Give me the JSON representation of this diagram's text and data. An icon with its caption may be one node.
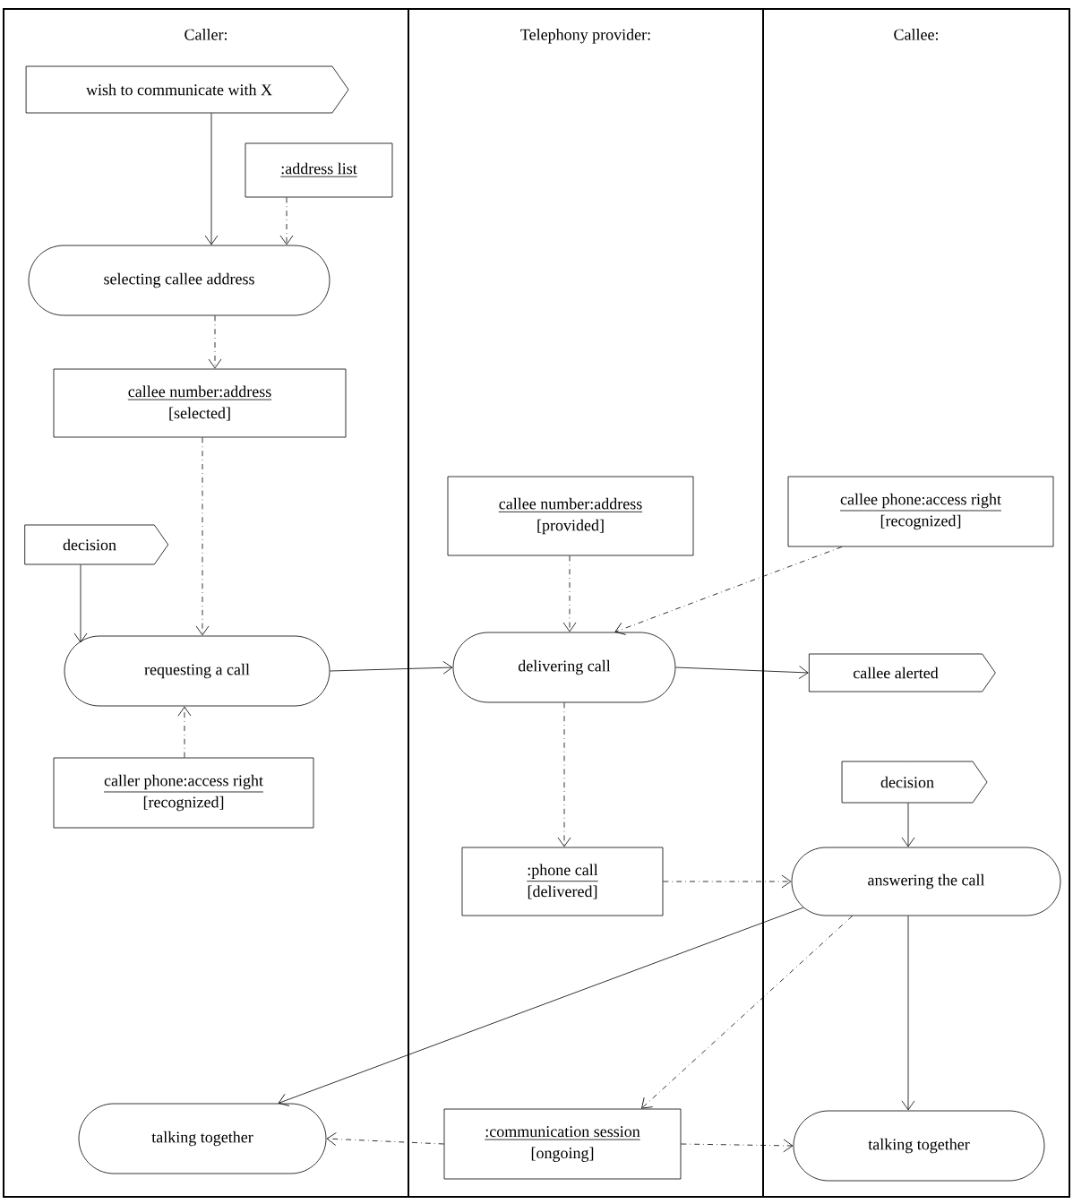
{
  "diagram": {
    "nodes": [
      {
        "text": [
          "Caller:"
        ]
      },
      {
        "text": [
          "Telephony provider:"
        ]
      },
      {
        "text": [
          "Callee:"
        ]
      },
      {
        "text": [
          "wish to communicate with X"
        ],
        "in": 0
      },
      {
        "text": [
          ":address list"
        ],
        "in": 0
      },
      {
        "text": [
          "selecting callee address"
        ],
        "in": 0
      },
      {
        "text": [
          "callee number:address",
          "[selected]"
        ],
        "in": 0
      },
      {
        "text": [
          "decision"
        ],
        "in": 0
      },
      {
        "text": [
          "requesting a call"
        ],
        "in": 0
      },
      {
        "text": [
          "caller phone:access right",
          "[recognized]"
        ],
        "in": 0
      },
      {
        "text": [
          "callee number:address",
          "[provided]"
        ],
        "in": 1
      },
      {
        "text": [
          "callee phone:access right",
          "[recognized]"
        ],
        "in": 2
      },
      {
        "text": [
          "delivering call"
        ],
        "in": 1
      },
      {
        "text": [
          "callee alerted"
        ],
        "in": 2
      },
      {
        "text": [
          "decision"
        ],
        "in": 2
      },
      {
        "text": [
          ":phone call",
          "[delivered]"
        ],
        "in": 1
      },
      {
        "text": [
          "answering the call"
        ],
        "in": 2
      },
      {
        "text": [
          "talking together"
        ],
        "in": 0
      },
      {
        "text": [
          ":communication session",
          "[ongoing]"
        ],
        "in": 1
      },
      {
        "text": [
          "talking together"
        ],
        "in": 2
      }
    ],
    "edges": [
      {
        "from": 3,
        "to": 5,
        "arrow": "to"
      },
      {
        "from": 4,
        "to": 5,
        "arrow": "to",
        "style": "dashed"
      },
      {
        "from": 5,
        "to": 6,
        "arrow": "to",
        "style": "dashed"
      },
      {
        "from": 6,
        "to": 8,
        "arrow": "to",
        "style": "dashed"
      },
      {
        "from": 7,
        "to": 8,
        "arrow": "to"
      },
      {
        "from": 9,
        "to": 8,
        "arrow": "to",
        "style": "dashed"
      },
      {
        "from": 8,
        "to": 12,
        "arrow": "to"
      },
      {
        "from": 10,
        "to": 12,
        "arrow": "to",
        "style": "dashed"
      },
      {
        "from": 11,
        "to": 12,
        "arrow": "to",
        "style": "dashed"
      },
      {
        "from": 12,
        "to": 13,
        "arrow": "to"
      },
      {
        "from": 12,
        "to": 15,
        "arrow": "to",
        "style": "dashed"
      },
      {
        "from": 14,
        "to": 16,
        "arrow": "to"
      },
      {
        "from": 15,
        "to": 16,
        "arrow": "to",
        "style": "dashed"
      },
      {
        "from": 16,
        "to": 17,
        "arrow": "to"
      },
      {
        "from": 16,
        "to": 18,
        "arrow": "to",
        "style": "dashed"
      },
      {
        "from": 16,
        "to": 19,
        "arrow": "to"
      },
      {
        "from": 18,
        "to": 17,
        "arrow": "to",
        "style": "dashed"
      },
      {
        "from": 18,
        "to": 19,
        "arrow": "to",
        "style": "dashed"
      }
    ]
  }
}
